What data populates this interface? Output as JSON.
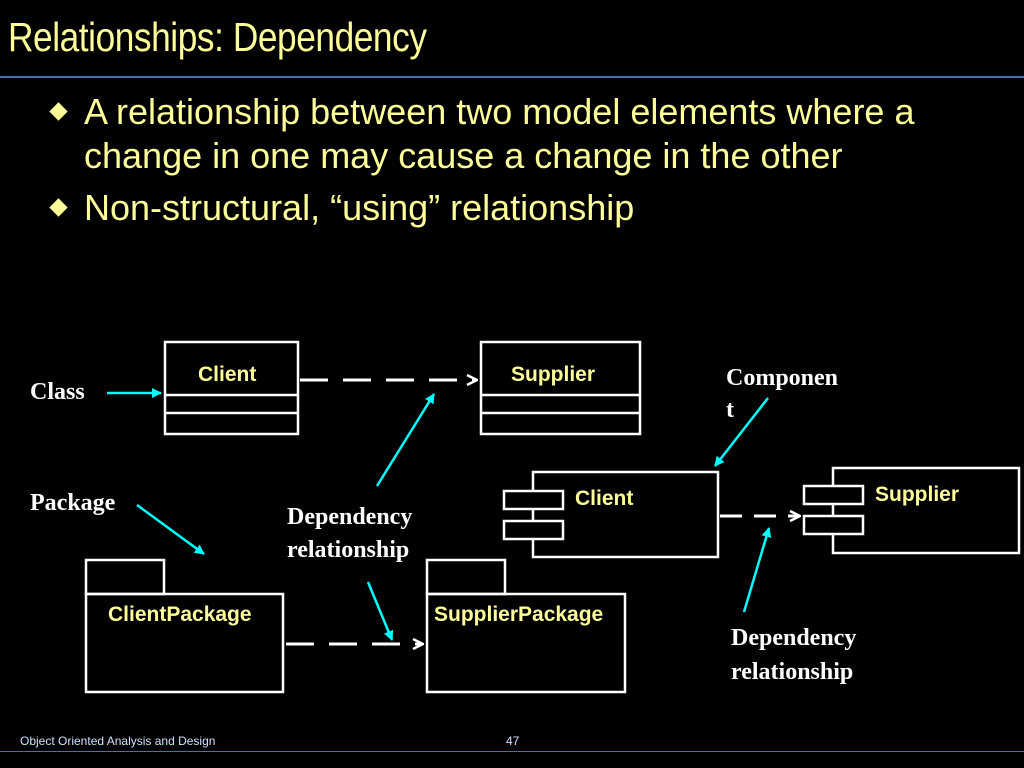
{
  "slide": {
    "title": "Relationships: Dependency",
    "bullets": [
      "A relationship between two model elements where a change in one may cause a change in the other",
      "Non-structural, “using” relationship"
    ],
    "footer_text": "Object Oriented Analysis and Design",
    "page_number": "47"
  },
  "diagram": {
    "class_label": "Class",
    "package_label": "Package",
    "component_label_line1": "Componen",
    "component_label_line2": "t",
    "dependency_label_left_line1": "Dependency",
    "dependency_label_left_line2": "relationship",
    "dependency_label_right_line1": "Dependency",
    "dependency_label_right_line2": "relationship",
    "client_class_name": "Client",
    "supplier_class_name": "Supplier",
    "client_component_name": "Client",
    "supplier_component_name": "Supplier",
    "client_package_name": "ClientPackage",
    "supplier_package_name": "SupplierPackage"
  },
  "colors": {
    "background": "#000000",
    "title_text": "#ffff99",
    "annotation_arrow": "#00ffff",
    "lines": "#ffffff"
  }
}
